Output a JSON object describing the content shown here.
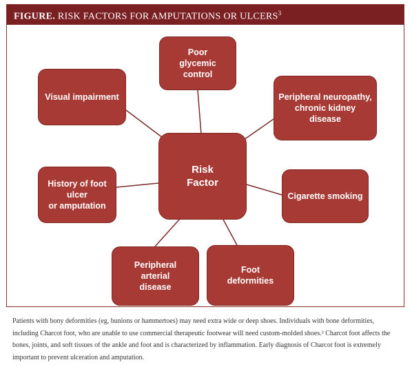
{
  "figure": {
    "label": "FIGURE.",
    "title": "RISK FACTORS FOR AMPUTATIONS OR ULCERS",
    "title_superscript": "3"
  },
  "diagram": {
    "center": "Risk\nFactor",
    "nodes": {
      "glycemic": "Poor\nglycemic\ncontrol",
      "visual": "Visual impairment",
      "neuropathy": "Peripheral neuropathy,\nchronic kidney disease",
      "history": "History of foot ulcer\nor amputation",
      "smoking": "Cigarette smoking",
      "arterial": "Peripheral\narterial\ndisease",
      "deformities": "Foot\ndeformities"
    }
  },
  "caption": "Patients with bony deformities (eg, bunions or hammertoes) may need extra wide or deep shoes. Individuals with bone deformities, including Charcot foot, who are unable to use commercial therapeutic footwear will need custom-molded shoes.³ Charcot foot affects the bones, joints, and soft tissues of the ankle and foot and is characterized by inflammation. Early diagnosis of Charcot foot is extremely important to prevent ulceration and amputation.",
  "colors": {
    "header_bg": "#7a1f22",
    "node_fill": "#a83a35",
    "connector": "#7a2a2a"
  }
}
